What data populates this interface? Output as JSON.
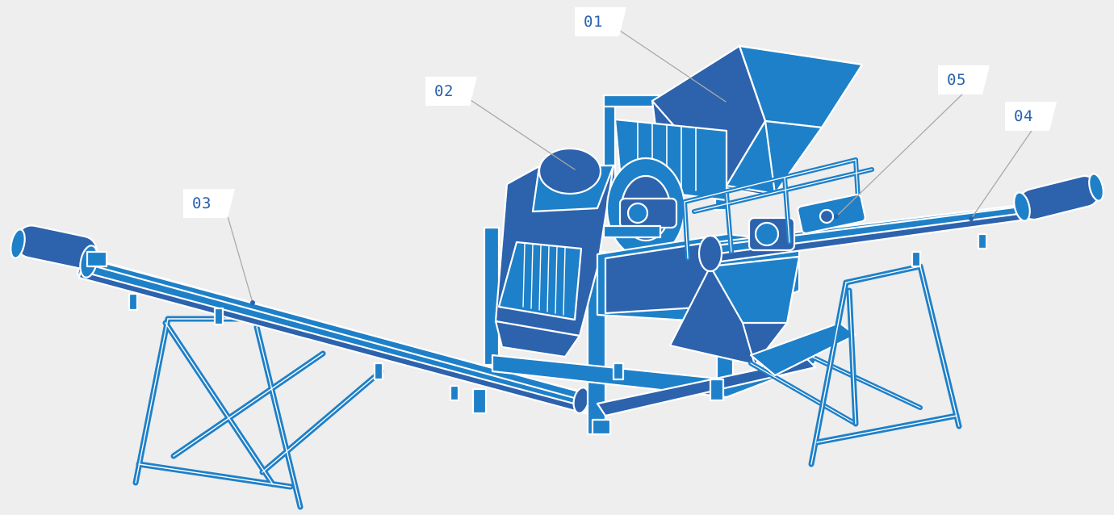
{
  "colors": {
    "background": "#eeeeee",
    "machine_blue": "#1e80c8",
    "machine_dark": "#2d62ad",
    "outline_white": "#ffffff",
    "tag_text": "#2a62ad",
    "leader_line": "#a9a9a9"
  },
  "callouts": [
    {
      "id": "01",
      "label": "01"
    },
    {
      "id": "02",
      "label": "02"
    },
    {
      "id": "03",
      "label": "03"
    },
    {
      "id": "04",
      "label": "04"
    },
    {
      "id": "05",
      "label": "05"
    }
  ]
}
